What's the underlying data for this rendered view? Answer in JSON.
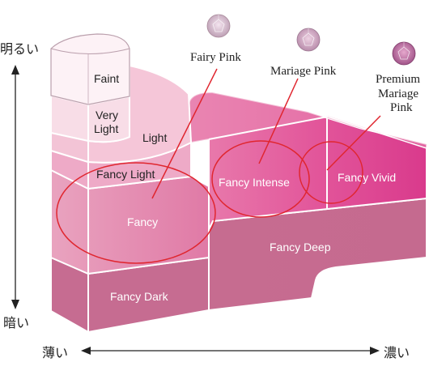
{
  "axes": {
    "top_label": "明るい",
    "bottom_label": "暗い",
    "left_label": "薄い",
    "right_label": "濃い"
  },
  "grades": {
    "faint": "Faint",
    "very_light_1": "Very",
    "very_light_2": "Light",
    "light": "Light",
    "fancy_light": "Fancy Light",
    "fancy": "Fancy",
    "fancy_intense": "Fancy Intense",
    "fancy_vivid": "Fancy Vivid",
    "fancy_deep": "Fancy Deep",
    "fancy_dark": "Fancy Dark"
  },
  "callouts": {
    "fairy_pink": "Fairy Pink",
    "mariage_pink": "Mariage Pink",
    "premium_1": "Premium",
    "premium_2": "Mariage",
    "premium_3": "Pink"
  },
  "colors": {
    "circle_stroke": "#e0262f",
    "text_white": "#ffffff",
    "text_dark": "#222222"
  }
}
